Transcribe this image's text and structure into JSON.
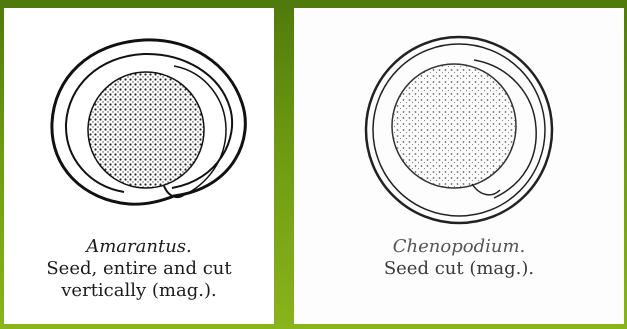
{
  "figures": [
    {
      "genus": "Amarantus.",
      "description_line1": "Seed, entire and cut",
      "description_line2": "vertically (mag.)."
    },
    {
      "genus": "Chenopodium.",
      "description_line1": "Seed cut (mag.).",
      "description_line2": ""
    }
  ],
  "colors": {
    "background_top": "#4f7a0c",
    "background_bottom": "#8ab41c",
    "panel": "#ffffff",
    "ink": "#1b1b1b"
  }
}
